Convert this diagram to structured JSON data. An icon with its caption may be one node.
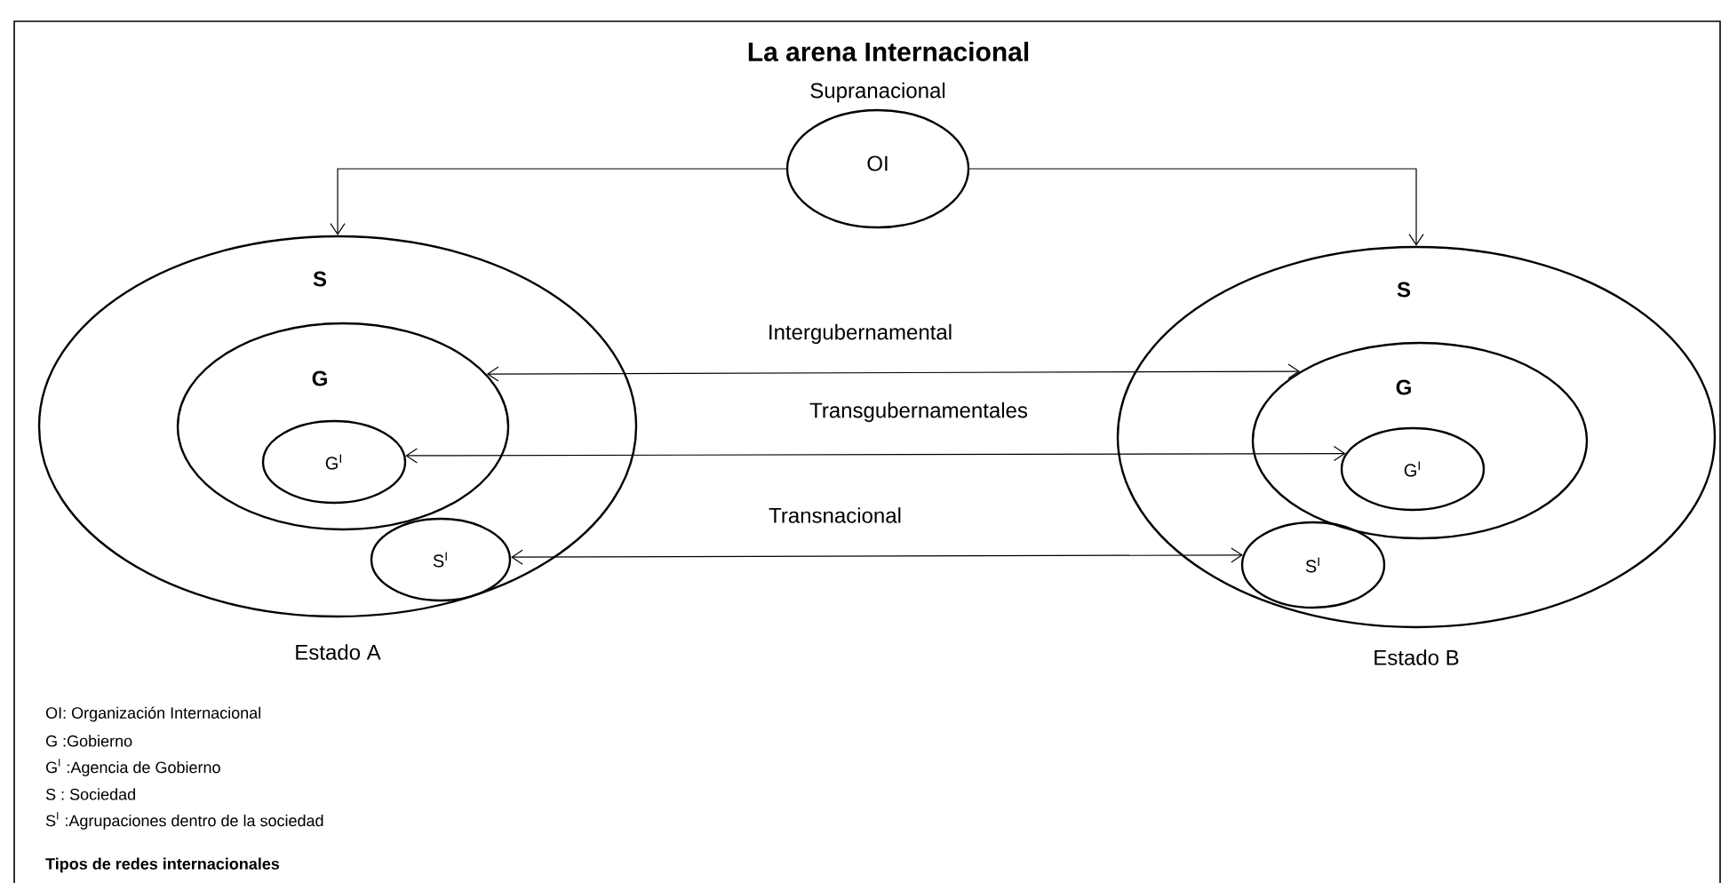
{
  "diagram": {
    "title": "La arena Internacional",
    "nodes": [
      {
        "text": [
          "OI"
        ],
        "beside": [
          "Supranacional"
        ]
      },
      {
        "text": [
          "S"
        ],
        "beside": [
          "Estado A"
        ]
      },
      {
        "text": [
          "G"
        ],
        "in": 1
      },
      {
        "text": [
          "G$^{I}$"
        ],
        "in": 2
      },
      {
        "text": [
          "S$^{I}$"
        ],
        "in": 1
      },
      {
        "text": [
          "S"
        ],
        "beside": [
          "Estado B"
        ]
      },
      {
        "text": [
          "G"
        ],
        "in": 5
      },
      {
        "text": [
          "G$^{I}$"
        ],
        "in": 6
      },
      {
        "text": [
          "S$^{I}$"
        ],
        "in": 5
      }
    ],
    "edges": [
      {
        "from": 0,
        "to": 1,
        "arrow": "to"
      },
      {
        "from": 0,
        "to": 5,
        "arrow": "to"
      },
      {
        "from": 2,
        "to": 6,
        "arrow": "both",
        "label": "Intergubernamental"
      },
      {
        "from": 3,
        "to": 7,
        "arrow": "both",
        "label": "Transgubernamentales"
      },
      {
        "from": 4,
        "to": 8,
        "arrow": "both",
        "label": "Transnacional"
      }
    ],
    "labels": [
      "OI: Organización Internacional",
      "G :Gobierno",
      "G$^{I}$ :Agencia de Gobierno",
      "S : Sociedad",
      "S$^{I}$ :Agrupaciones dentro de la sociedad",
      "Tipos de redes internacionales"
    ]
  }
}
